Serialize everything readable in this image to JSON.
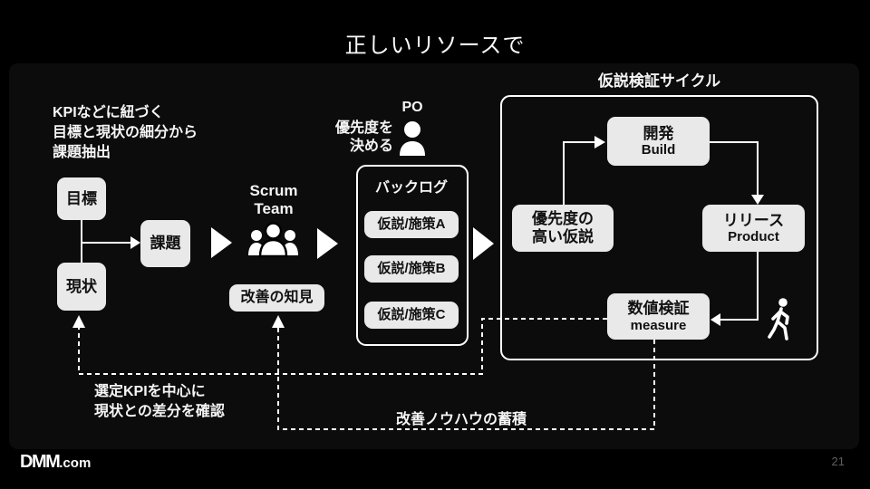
{
  "slide": {
    "title": "正しいリソースで",
    "page_number": "21",
    "logo_main": "DMM",
    "logo_suffix": ".com"
  },
  "left_section": {
    "heading_line1": "KPIなどに紐づく",
    "heading_line2": "目標と現状の細分から",
    "heading_line3": "課題抽出",
    "goal_box": "目標",
    "issue_box": "課題",
    "current_box": "現状"
  },
  "scrum_section": {
    "team_line1": "Scrum",
    "team_line2": "Team",
    "knowledge_box": "改善の知見"
  },
  "po_section": {
    "po_label": "PO",
    "priority_line1": "優先度を",
    "priority_line2": "決める"
  },
  "backlog": {
    "title": "バックログ",
    "items": [
      "仮説/施策A",
      "仮説/施策B",
      "仮説/施策C"
    ]
  },
  "cycle": {
    "title": "仮説検証サイクル",
    "priority_hypothesis_line1": "優先度の",
    "priority_hypothesis_line2": "高い仮説",
    "build_ja": "開発",
    "build_en": "Build",
    "release_ja": "リリース",
    "release_en": "Product",
    "measure_ja": "数値検証",
    "measure_en": "measure"
  },
  "feedback": {
    "kpi_line1": "選定KPIを中心に",
    "kpi_line2": "現状との差分を確認",
    "knowhow_label": "改善ノウハウの蓄積"
  },
  "colors": {
    "background": "#000000",
    "panel": "#0c0c0c",
    "box_fill": "#e9e9e9",
    "box_text": "#111111",
    "line": "#ffffff",
    "text": "#f5f5f5",
    "page_number": "#5f5f5f"
  }
}
